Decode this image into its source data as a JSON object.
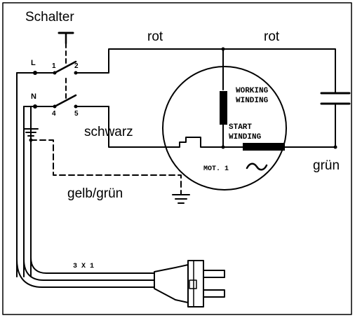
{
  "labels": {
    "switch_title": "Schalter",
    "red_left": "rot",
    "red_right": "rot",
    "terminal_L": "L",
    "terminal_N": "N",
    "terminal_1": "1",
    "terminal_2": "2",
    "terminal_4": "4",
    "terminal_5": "5",
    "black": "schwarz",
    "working_winding_1": "WORKING",
    "working_winding_2": "WINDING",
    "start_winding_1": "START",
    "start_winding_2": "WINDING",
    "motor": "MOT. 1",
    "motor_symbol": "~",
    "green_right": "grün",
    "yellow_green": "gelb/grün",
    "cable": "3 X 1"
  },
  "colors": {
    "line": "#000000",
    "background": "#ffffff"
  }
}
